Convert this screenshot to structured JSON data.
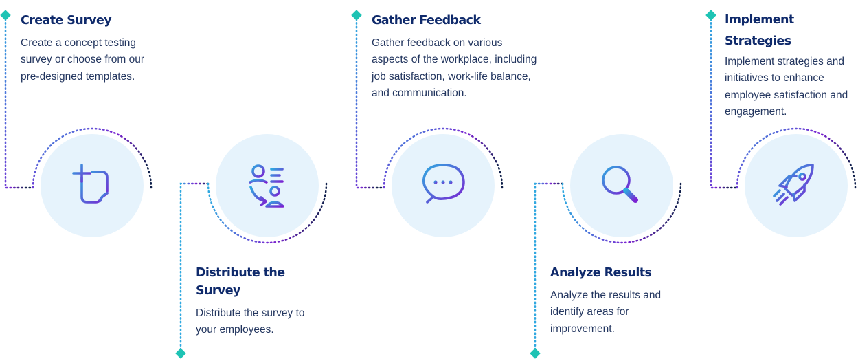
{
  "colors": {
    "title": "#0f2a6b",
    "text": "#23365f",
    "diamond": "#1ec3b4",
    "circle": "#e6f3fc",
    "gradient_start": "#2fa9e0",
    "gradient_end": "#7b22d2",
    "arc_end": "#10204a"
  },
  "steps": [
    {
      "title": "Create Survey",
      "description": "Create a concept testing survey or choose from our pre-designed templates.",
      "icon": "create-survey-icon"
    },
    {
      "title": "Distribute the Survey",
      "description": "Distribute the survey to your employees.",
      "icon": "distribute-icon"
    },
    {
      "title": "Gather Feedback",
      "description": "Gather feedback on various aspects of the workplace, including job satisfaction, work-life balance, and communication.",
      "icon": "chat-icon"
    },
    {
      "title": "Analyze Results",
      "description": "Analyze the results and identify areas for improvement.",
      "icon": "search-icon"
    },
    {
      "title": "Implement Strategies",
      "description": "Implement strategies and initiatives to enhance employee satisfaction and engagement.",
      "icon": "rocket-icon"
    }
  ]
}
